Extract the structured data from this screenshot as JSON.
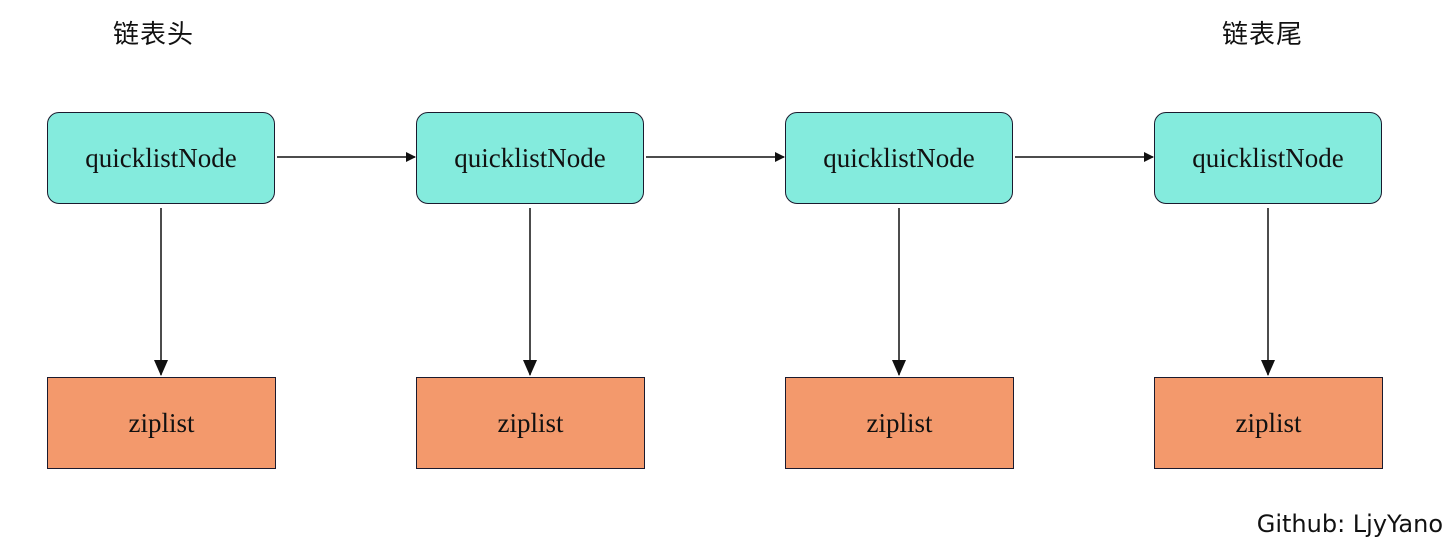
{
  "labels": {
    "head": "链表头",
    "tail": "链表尾"
  },
  "nodes": [
    {
      "label": "quicklistNode"
    },
    {
      "label": "quicklistNode"
    },
    {
      "label": "quicklistNode"
    },
    {
      "label": "quicklistNode"
    }
  ],
  "ziplists": [
    {
      "label": "ziplist"
    },
    {
      "label": "ziplist"
    },
    {
      "label": "ziplist"
    },
    {
      "label": "ziplist"
    }
  ],
  "watermark": "Github: LjyYano",
  "colors": {
    "node_fill": "#84ebdd",
    "ziplist_fill": "#f3996c",
    "stroke": "#1a1a2e"
  }
}
